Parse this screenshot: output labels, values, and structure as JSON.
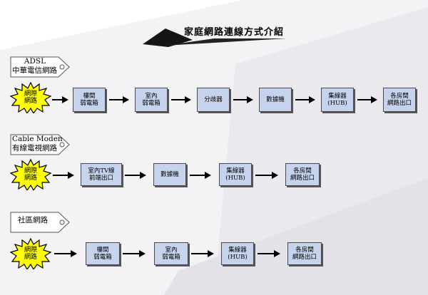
{
  "title": "家庭網路連線方式介紹",
  "colors": {
    "box_fill": "#c6d3ec",
    "burst_fill": "#ffff00",
    "tag_fill": "#ffffff"
  },
  "sections": [
    {
      "tag": {
        "line1": "ADSL",
        "line2": "中華電信網路"
      },
      "start": {
        "line1": "網際",
        "line2": "網路"
      },
      "steps": [
        "樓間\n弱電箱",
        "室內\n弱電箱",
        "分歧器",
        "數據機",
        "集線器\n(HUB)",
        "各房間\n網路出口"
      ]
    },
    {
      "tag": {
        "line1": "Cable Moden",
        "line2": "有線電視網路"
      },
      "start": {
        "line1": "網際",
        "line2": "網路"
      },
      "steps": [
        "室內TV線\n前端出口",
        "數據機",
        "集線器\n(HUB)",
        "各房間\n網路出口"
      ]
    },
    {
      "tag": {
        "line1": "",
        "line2": "社區網路"
      },
      "start": {
        "line1": "網際",
        "line2": "網路"
      },
      "steps": [
        "樓間\n弱電箱",
        "室內\n弱電箱",
        "集線器\n(HUB)",
        "各房間\n網路出口"
      ]
    }
  ]
}
